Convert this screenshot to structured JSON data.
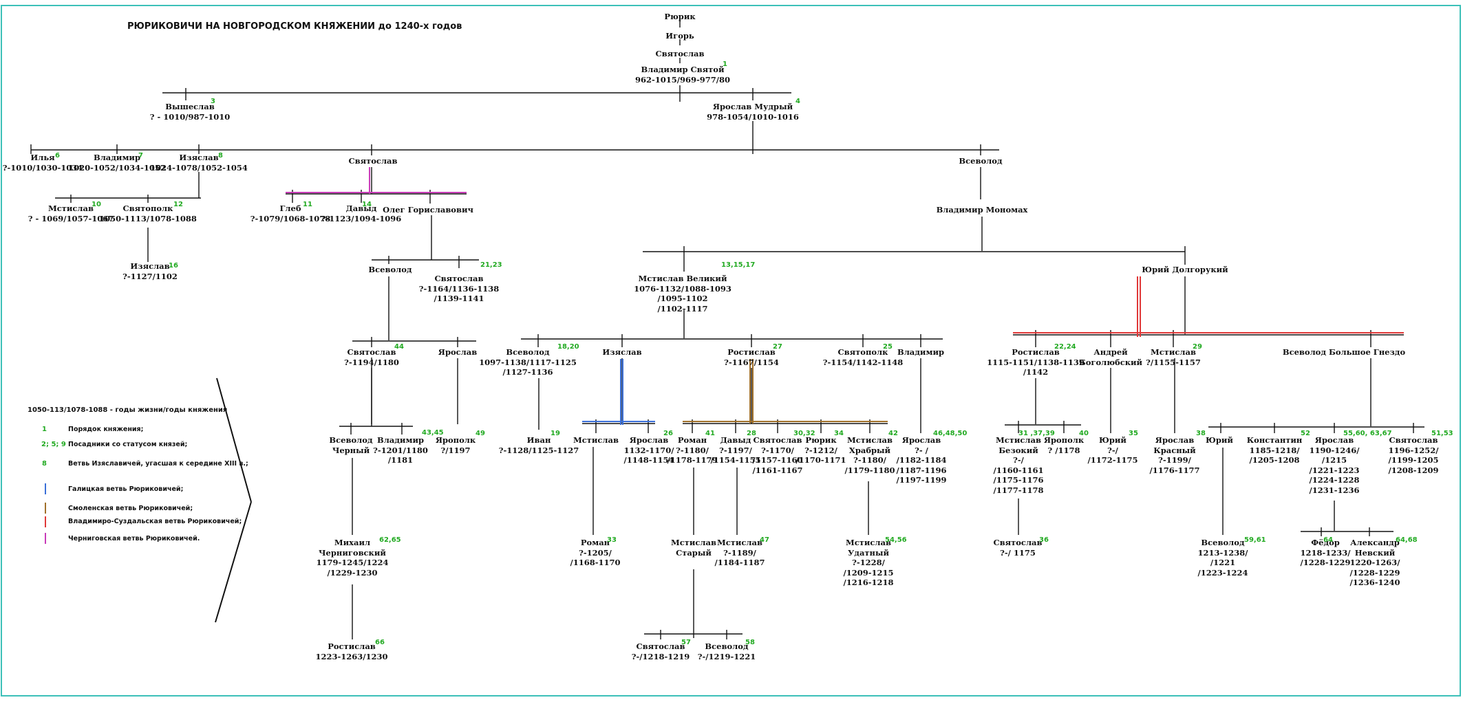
{
  "title": "РЮРИКОВИЧИ НА НОВГОРОДСКОМ КНЯЖЕНИИ до 1240-х годов",
  "colors": {
    "frame": "#3cc0b8",
    "line": "#111111",
    "note": "#22aa22",
    "galician": "#3a6fd8",
    "smolensk": "#a0702a",
    "vladimir_suzdal": "#e03838",
    "chernigov": "#c83ab8"
  },
  "nodes": {
    "ryurik": {
      "name": "Рюрик"
    },
    "igor": {
      "name": "Игорь"
    },
    "svyatoslav0": {
      "name": "Святослав"
    },
    "vladimir_svyatoy": {
      "name": "Владимир  Святой",
      "dates": "962-1015/969-977/80"
    },
    "vysheslav": {
      "name": "Вышеслав",
      "dates": "? - 1010/987-1010"
    },
    "yaroslav_mudry": {
      "name": "Ярослав  Мудрый",
      "dates": "978-1054/1010-1016"
    },
    "ilya": {
      "name": "Илья",
      "dates": "?-1010/1030-1034"
    },
    "vladimir_y": {
      "name": "Владимир",
      "dates": "1020-1052/1034-1052"
    },
    "izyaslav_y": {
      "name": "Изяслав",
      "dates": "1024-1078/1052-1054"
    },
    "svyatoslav_y": {
      "name": "Святослав"
    },
    "vsevolod_y": {
      "name": "Всеволод"
    },
    "mstislav_iz": {
      "name": "Мстислав",
      "dates": "? - 1069/1057-1067"
    },
    "svyatopolk_iz": {
      "name": "Святополк",
      "dates": "1050-1113/1078-1088"
    },
    "izyaslav_sv": {
      "name": "Изяслав",
      "dates": "?-1127/1102"
    },
    "gleb": {
      "name": "Глеб",
      "dates": "?-1079/1068-1078"
    },
    "david_sv": {
      "name": "Давыд",
      "dates": "?-1123/1094-1096"
    },
    "oleg": {
      "name": "Олег   Гориславович"
    },
    "vsevolod_ol": {
      "name": "Всеволод"
    },
    "svyatoslav_ol": {
      "name": "Святослав",
      "dates": "?-1164/1136-1138",
      "dates2": "/1139-1141"
    },
    "svyatoslav_vs": {
      "name": "Святослав",
      "dates": "?-1194/1180"
    },
    "yaroslav_vs": {
      "name": "Ярослав"
    },
    "vsevolod_cherny": {
      "name": "Всеволод",
      "dates": "Черный"
    },
    "vladimir_sv": {
      "name": "Владимир",
      "dates": "?-1201/1180",
      "dates2": "/1181"
    },
    "yaropolk_ya": {
      "name": "Ярополк",
      "dates": "?/1197"
    },
    "mikhail": {
      "name": "Михаил",
      "dates": "Черниговский",
      "dates2": "1179-1245/1224",
      "dates3": "/1229-1230"
    },
    "rostislav_m": {
      "name": "Ростислав",
      "dates": "1223-1263/1230"
    },
    "monomakh": {
      "name": "Владимир  Мономах"
    },
    "mstislav_veliky": {
      "name": "Мстислав  Великий",
      "dates": "1076-1132/1088-1093",
      "dates2": "/1095-1102",
      "dates3": "/1102-1117"
    },
    "yury_dolgoruky": {
      "name": "Юрий  Долгорукий"
    },
    "vsevolod_ms": {
      "name": "Всеволод",
      "dates": "1097-1138/1117-1125",
      "dates2": "/1127-1136"
    },
    "izyaslav_ms": {
      "name": "Изяслав"
    },
    "rostislav_ms": {
      "name": "Ростислав",
      "dates": "?-1167/1154"
    },
    "svyatopolk_ms": {
      "name": "Святополк",
      "dates": "?-1154/1142-1148"
    },
    "vladimir_ms": {
      "name": "Владимир"
    },
    "ivan": {
      "name": "Иван",
      "dates": "?-1128/1125-1127"
    },
    "mstislav_izm": {
      "name": "Мстислав"
    },
    "yaroslav_izm": {
      "name": "Ярослав",
      "dates": "1132-1170/",
      "dates2": "/1148-1154"
    },
    "roman_r": {
      "name": "Роман",
      "dates": "?-1180/",
      "dates2": "/1178-1179"
    },
    "david_r": {
      "name": "Давыд",
      "dates": "?-1197/",
      "dates2": "/1154-1155"
    },
    "svyatoslav_r": {
      "name": "Святослав",
      "dates": "?-1170/",
      "dates2": "/1157-1160",
      "dates3": "/1161-1167"
    },
    "ryurik_r": {
      "name": "Рюрик",
      "dates": "?-1212/",
      "dates2": "/1170-1171"
    },
    "mstislav_hrabry": {
      "name": "Мстислав",
      "dates": "Храбрый",
      "dates2": "?-1180/",
      "dates3": "/1179-1180"
    },
    "yaroslav_vl": {
      "name": "Ярослав",
      "dates": "?- /",
      "dates2": "/1182-1184",
      "dates3": "/1187-1196",
      "dates4": "/1197-1199"
    },
    "roman_mz": {
      "name": "Роман",
      "dates": "?-1205/",
      "dates2": "/1168-1170"
    },
    "mstislav_stary": {
      "name": "Мстислав",
      "dates": "Старый"
    },
    "mstislav_d": {
      "name": "Мстислав",
      "dates": "?-1189/",
      "dates2": "/1184-1187"
    },
    "mstislav_udatny": {
      "name": "Мстислав",
      "dates": "Удатный",
      "dates2": "?-1228/",
      "dates3": "/1209-1215",
      "dates4": "/1216-1218"
    },
    "svyatoslav_st": {
      "name": "Святослав",
      "dates": "?-/1218-1219"
    },
    "vsevolod_st": {
      "name": "Всеволод",
      "dates": "?-/1219-1221"
    },
    "rostislav_yu": {
      "name": "Ростислав",
      "dates": "1115-1151/1138-1139",
      "dates2": "/1142"
    },
    "andrey": {
      "name": "Андрей",
      "dates": "Боголюбский"
    },
    "mstislav_yu": {
      "name": "Мстислав",
      "dates": "?/1155-1157"
    },
    "vsevolod_gnezdo": {
      "name": "Всеволод  Большое  Гнездо"
    },
    "mstislav_bezoky": {
      "name": "Мстислав",
      "dates": "Безокий",
      "dates2": "?-/",
      "dates3": "/1160-1161",
      "dates4": "/1175-1176",
      "dates5": "/1177-1178"
    },
    "yaropolk_r": {
      "name": "Ярополк",
      "dates": "?  /1178"
    },
    "yury_a": {
      "name": "Юрий",
      "dates": "?-/",
      "dates2": "/1172-1175"
    },
    "yaroslav_krasny": {
      "name": "Ярослав",
      "dates": "Красный",
      "dates2": "?-1199/",
      "dates3": "/1176-1177"
    },
    "svyatoslav_mb": {
      "name": "Святослав",
      "dates": "?-/ 1175"
    },
    "yury_vs": {
      "name": "Юрий"
    },
    "konstantin": {
      "name": "Константин",
      "dates": "1185-1218/",
      "dates2": "/1205-1208"
    },
    "yaroslav_vs2": {
      "name": "Ярослав",
      "dates": "1190-1246/",
      "dates2": "/1215",
      "dates3": "/1221-1223",
      "dates4": "/1224-1228",
      "dates5": "/1231-1236"
    },
    "svyatoslav_vs2": {
      "name": "Святослав",
      "dates": "1196-1252/",
      "dates2": "/1199-1205",
      "dates3": "/1208-1209"
    },
    "vsevolod_yu": {
      "name": "Всеволод",
      "dates": "1213-1238/",
      "dates2": "/1221",
      "dates3": "/1223-1224"
    },
    "fyodor": {
      "name": "Фёдор",
      "dates": "1218-1233/",
      "dates2": "/1228-1229"
    },
    "alexander": {
      "name": "Александр",
      "dates": "Невский",
      "dates2": "1220-1263/",
      "dates3": "/1228-1229",
      "dates4": "/1236-1240"
    }
  },
  "notes": {
    "vladimir_svyatoy": "1",
    "vysheslav": "3",
    "yaroslav_mudry": "4",
    "ilya": "6",
    "vladimir_y": "7",
    "izyaslav_y": "8",
    "mstislav_iz": "10",
    "svyatopolk_iz": "12",
    "izyaslav_sv": "16",
    "gleb": "11",
    "david_sv": "14",
    "svyatoslav_ol": "21,23",
    "svyatoslav_vs": "44",
    "vladimir_sv": "43,45",
    "yaropolk_ya": "49",
    "mikhail": "62,65",
    "rostislav_m": "66",
    "mstislav_veliky": "13,15,17",
    "vsevolod_ms": "18,20",
    "rostislav_ms": "27",
    "svyatopolk_ms": "25",
    "ivan": "19",
    "yaroslav_izm": "26",
    "roman_r": "41",
    "david_r": "28",
    "svyatoslav_r": "30,32",
    "ryurik_r": "34",
    "mstislav_hrabry": "42",
    "yaroslav_vl": "46,48,50",
    "roman_mz": "33",
    "mstislav_d": "47",
    "mstislav_udatny": "54,56",
    "svyatoslav_st": "57",
    "vsevolod_st": "58",
    "rostislav_yu": "22,24",
    "mstislav_yu": "29",
    "mstislav_bezoky": "31 ,37,39",
    "yaropolk_r": "40",
    "yury_a": "35",
    "yaroslav_krasny": "38",
    "svyatoslav_mb": "36",
    "konstantin": "52",
    "yaroslav_vs2": "55,60, 63,67",
    "svyatoslav_vs2": "51,53",
    "vsevolod_yu": "59,61",
    "fyodor": "64",
    "alexander": "64,68"
  },
  "legend": {
    "header": "1050-113/1078-1088 - годы  жизни/годы княжения",
    "items": [
      {
        "key": "1",
        "label": "Порядок  княжения;"
      },
      {
        "key": "2; 5; 9",
        "label": "Посадники со статусом князей;"
      },
      {
        "key": "8",
        "label": "Ветвь Изяславичей,  угасшая к середине XIII в.;"
      }
    ],
    "branches": [
      {
        "label": "Галицкая ветвь Рюриковичей;",
        "color": "#3a6fd8"
      },
      {
        "label": "Смоленская ветвь Рюриковичей;",
        "color": "#a0702a"
      },
      {
        "label": "Владимиро-Суздальская  ветвь  Рюриковичей;",
        "color": "#e03838"
      },
      {
        "label": "Черниговская ветвь Рюриковичей.",
        "color": "#c83ab8"
      }
    ]
  }
}
